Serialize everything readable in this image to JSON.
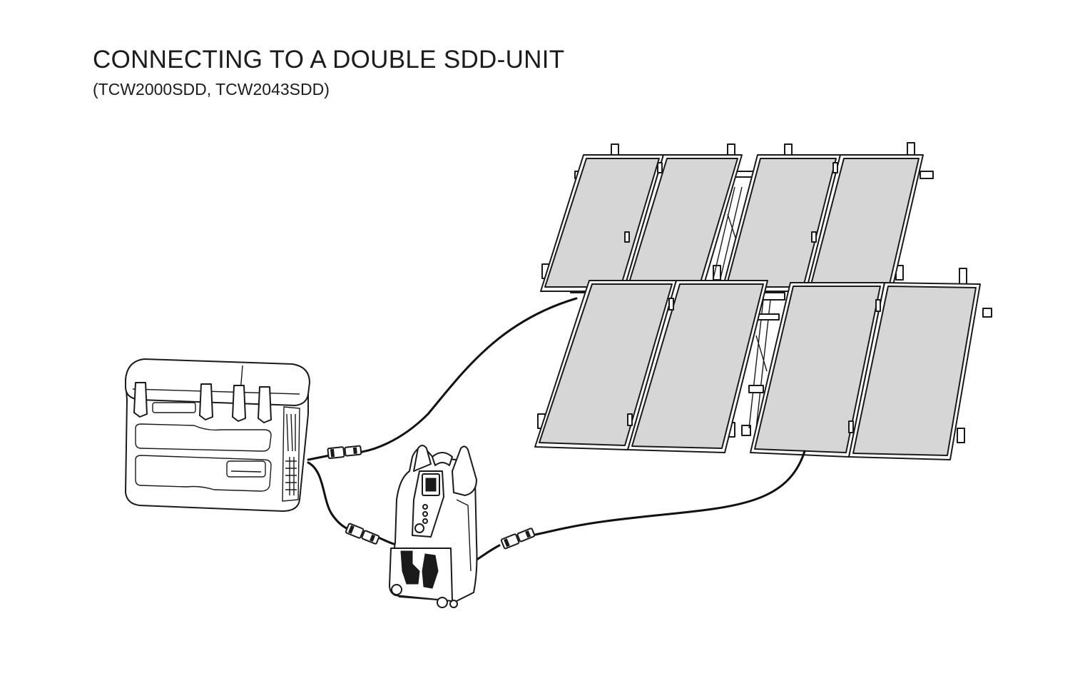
{
  "header": {
    "title": "CONNECTING TO A DOUBLE SDD-UNIT",
    "subtitle": "(TCW2000SDD, TCW2043SDD)"
  },
  "illustration": {
    "components": [
      "cooler-box",
      "power-station",
      "solar-panel-array"
    ],
    "solar_panel_count": 8
  }
}
